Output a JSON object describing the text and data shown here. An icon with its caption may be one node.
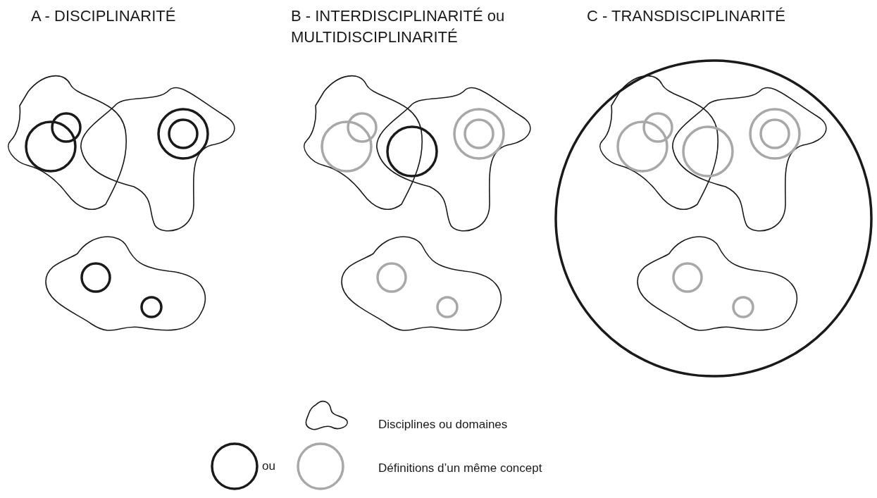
{
  "diagram": {
    "labels": [
      "A - DISCIPLINARITÉ",
      "B - INTERDISCIPLINARITÉ ou MULTIDISCIPLINARITÉ",
      "C - TRANSDISCIPLINARITÉ",
      "ou"
    ],
    "legend": [
      {
        "text": "Disciplines ou domaines"
      },
      {
        "text": "Définitions d’un même concept"
      }
    ]
  }
}
